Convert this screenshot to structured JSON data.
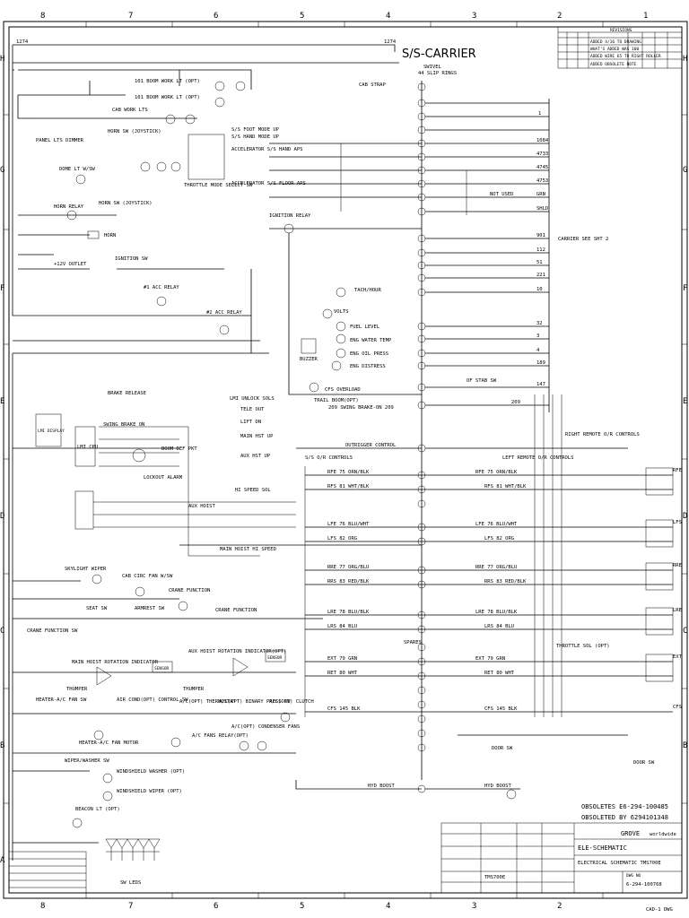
{
  "title": "S/S-CARRIER",
  "zone_numbers": [
    "8",
    "7",
    "6",
    "5",
    "4",
    "3",
    "2",
    "1"
  ],
  "zone_letters": [
    "H",
    "G",
    "F",
    "E",
    "D",
    "C",
    "B",
    "A"
  ],
  "revision_header": "REVISIONS",
  "revision_rows": [
    "ADDED 4/16 TO DRAWING",
    "WHAT'S ADDED WAS 100",
    "ADDED WIRE 65 TO RIGHT ROLLER",
    "ADDED OBSOLETE NOTE"
  ],
  "labels": {
    "swivel": "SWIVEL",
    "swivel_rings": "44 SLIP RINGS",
    "cab_strap": "CAB STRAP",
    "boom_work_lt1": "101 BOOM WORK LT (OPT)",
    "boom_work_lt2": "101 BOOM WORK LT (OPT)",
    "cab_work_lts": "CAB WORK LTS",
    "panel_lts_dimmer": "PANEL LTS DIMMER",
    "dome_lt": "DOME LT W/SW",
    "horn_relay": "HORN RELAY",
    "horn_sw": "HORN SW (JOYSTICK)",
    "horn": "HORN",
    "twelve_v_outlet": "+12V OUTLET",
    "ignition_sw": "IGNITION SW",
    "acc_relay1": "#1 ACC RELAY",
    "acc_relay2": "#2 ACC RELAY",
    "ignition_relay": "IGNITION RELAY",
    "throttle_sw": "THROTTLE MODE SELECT SW",
    "foot_mode_up": "S/S FOOT MODE UP",
    "hand_mode_up": "S/S HAND MODE UP",
    "accel_hand": "ACCELERATOR S/S HAND APS",
    "accel_floor": "ACCELERATOR S/S FLOOR APS",
    "carrier_see": "CARRIER SEE SHT 2",
    "tach_hour": "TACH/HOUR",
    "volts": "VOLTS",
    "fuel_level": "FUEL LEVEL",
    "eng_water": "ENG WATER TEMP",
    "eng_oil": "ENG OIL PRESS",
    "eng_distress": "ENG DISTRESS",
    "buzzer": "BUZZER",
    "cfs_overload": "CFS OVERLOAD",
    "trail_boom": "TRAIL BOOM(OPT)",
    "swing_brake": "209 SWING BRAKE-ON 209",
    "of_stab_sw": "OF STAB SW",
    "brake_release": "BRAKE RELEASE",
    "swing_brake_on": "SWING BRAKE ON",
    "lmi_cpu": "LMI CPU",
    "lmi_display": "LMI DISPLAY",
    "lmi_unlock": "LMI UNLOCK SOLS",
    "tele_out": "TELE OUT",
    "lift_dn": "LIFT DN",
    "main_hst_up": "MAIN HST UP",
    "aux_hst_up": "AUX HST UP",
    "hi_speed_sol": "HI SPEED SOL",
    "aux_hoist": "AUX HOIST",
    "lockout_alarm": "LOCKOUT ALARM",
    "boom_def_pkt": "BOOM DEF PKT",
    "main_hoist_hi": "MAIN HOIST HI SPEED",
    "skylight_wiper": "SKYLIGHT WIPER",
    "cab_circ_fan": "CAB CIRC FAN W/SW",
    "crane_function": "CRANE FUNCTION",
    "crane_function_sw": "CRANE FUNCTION SW",
    "seat_sw": "SEAT SW",
    "armrest_sw": "ARMREST SW",
    "main_hoist_ind": "MAIN HOIST ROTATION INDICATOR",
    "aux_hoist_ind": "AUX HOIST ROTATION INDICATOR(OPT)",
    "thumper": "THUMPER",
    "sensor": "SENSOR",
    "heater_ac_sw": "HEATER-A/C FAN SW",
    "air_cond_sw": "AIR COND(OPT) CONTROL SW",
    "ac_thermostat": "A/C(OPT) THERMOSTAT",
    "ac_binary": "A/C(OPT) BINARY PRESS SW",
    "ac_clutch": "A/C(OPT) CLUTCH",
    "heater_motor": "HEATER-A/C FAN MOTOR",
    "ac_fans_relay": "A/C FANS RELAY(OPT)",
    "ac_condenser": "A/C(OPT) CONDENSER FANS",
    "wiper_washer": "WIPER/WASHER SW",
    "windshield_washer": "WINDSHIELD WASHER (OPT)",
    "windshield_wiper": "WINDSHIELD WIPER (OPT)",
    "beacon": "BEACON LT (OPT)",
    "sw_leds": "SW LEDS",
    "outrigger": "OUTRIGGER CONTROL",
    "ss_controls": "S/S O/R CONTROLS",
    "left_remote": "LEFT REMOTE O/R CONTROLS",
    "right_remote": "RIGHT REMOTE O/R CONTROLS",
    "spares": "SPARES",
    "hyd_boost": "HYD BOOST",
    "door_sw": "DOOR SW",
    "not_used": "NOT USED",
    "throttle_sol": "THROTTLE SOL (OPT)"
  },
  "wires": [
    {
      "num": "1274",
      "label": "1274"
    },
    {
      "num": "1274",
      "label": "1274"
    },
    {
      "num": "1",
      "label": "1"
    },
    {
      "num": "1084",
      "label": "1084"
    },
    {
      "num": "4733",
      "label": "4733"
    },
    {
      "num": "4745",
      "label": "4745"
    },
    {
      "num": "4753",
      "label": "4753"
    },
    {
      "num": "GRN",
      "label": "GRN"
    },
    {
      "num": "SHLD",
      "label": "SHLD"
    },
    {
      "num": "901",
      "label": "901"
    },
    {
      "num": "112",
      "label": "112"
    },
    {
      "num": "51",
      "label": "51"
    },
    {
      "num": "221",
      "label": "221"
    },
    {
      "num": "10",
      "label": "10"
    },
    {
      "num": "32",
      "label": "32"
    },
    {
      "num": "3",
      "label": "3"
    },
    {
      "num": "4",
      "label": "4"
    },
    {
      "num": "189",
      "label": "189"
    },
    {
      "num": "147",
      "label": "147"
    },
    {
      "num": "209",
      "label": "209"
    }
  ],
  "or_rows": [
    {
      "name": "RFE",
      "a": "RFE 75 ORN/BLK",
      "b": "RFS 81 WHT/BLK"
    },
    {
      "name": "LFS",
      "a": "LFE 76 BLU/WHT",
      "b": "LFS 82 ORG"
    },
    {
      "name": "RRE",
      "a": "RRE 77 ORG/BLU",
      "b": "RRS 83 RED/BLK"
    },
    {
      "name": "LRE",
      "a": "LRE 78 BLU/BLK",
      "b": "LRS 84 BLU"
    },
    {
      "name": "EXT",
      "a": "EXT 79 GRN",
      "b": "RET 80 WHT"
    },
    {
      "name": "CFS",
      "a": "CFS 145 BLK",
      "b": ""
    }
  ],
  "obsolete_note": "OBSOLETES E6-294-100485",
  "obsoleted_by": "OBSOLETED BY 6294101348",
  "title_block": {
    "company": "GROVE",
    "company_sub": "worldwide",
    "drawing_title1": "ELE-SCHEMATIC",
    "drawing_title2": "ELECTRICAL SCHEMATIC TMS700E",
    "dwg_no_label": "DWG NO",
    "dwg_no": "6-294-100768",
    "model": "TMS700E",
    "cad": "CAD-1 DWG"
  }
}
